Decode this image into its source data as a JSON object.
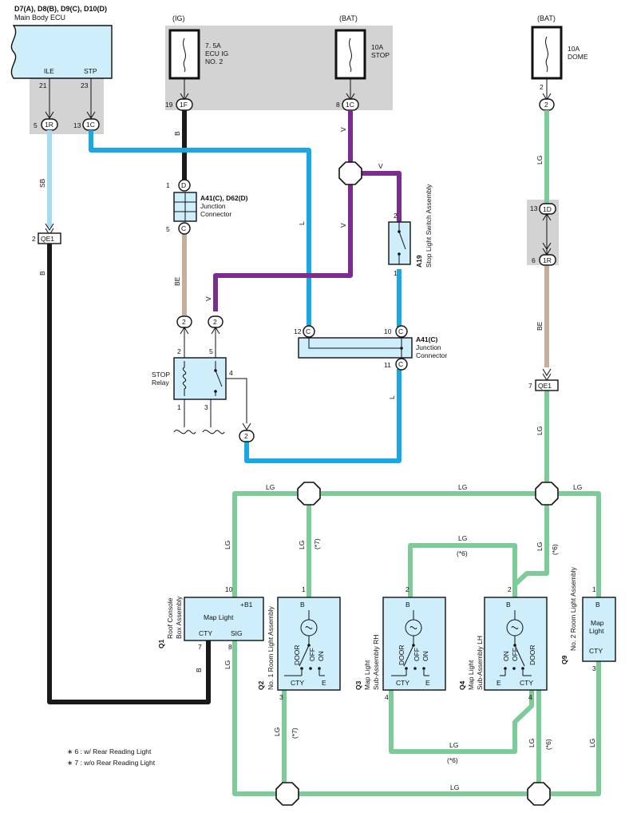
{
  "colors": {
    "L": "#17a9e6",
    "SB": "#a6dcf3",
    "B": "#1a1a1a",
    "V": "#7b2d8e",
    "BE": "#c4b09a",
    "LG": "#7ecb9a",
    "component_fill": "#cdeefa",
    "grey_block": "#d3d3d3"
  },
  "ecu": {
    "header": "D7(A), D8(B), D9(C), D10(D)",
    "name": "Main Body ECU",
    "pin_ile": "ILE",
    "pin_stp": "STP",
    "num_21": "21",
    "num_23": "23",
    "num_5": "5",
    "num_13": "13",
    "conn_1r": "1R",
    "conn_1c": "1C"
  },
  "fuses": {
    "ig_label": "(IG)",
    "ig_name_1": "7. 5A",
    "ig_name_2": "ECU IG",
    "ig_name_3": "NO. 2",
    "ig_pin": "19",
    "ig_conn": "1F",
    "bat_label": "(BAT)",
    "stop_name_1": "10A",
    "stop_name_2": "STOP",
    "stop_pin": "8",
    "stop_conn": "1C",
    "bat2_label": "(BAT)",
    "dome_name_1": "10A",
    "dome_name_2": "DOME",
    "dome_pin": "2",
    "dome_conn": "2"
  },
  "wire_labels": {
    "sb": "SB",
    "b1": "B",
    "b2": "B",
    "b3": "B",
    "l1": "L",
    "l2": "L",
    "v1": "V",
    "v2": "V",
    "v3": "V",
    "v4": "V",
    "be1": "BE",
    "be2": "BE",
    "lg_dome": "LG",
    "lg_low": "LG",
    "lg_top1": "LG",
    "lg_top2": "LG",
    "lg_top3": "LG",
    "lg_left": "LG",
    "lg_q1": "LG",
    "lg_q2": "LG",
    "lg_q2b": "LG",
    "lg_q3top": "LG",
    "lg_q4": "LG",
    "lg_q3bot": "LG",
    "lg_q4b": "LG",
    "lg_right": "LG",
    "lg_bottom": "LG",
    "star6a": "(*6)",
    "star6b": "(*6)",
    "star6c": "(*6)",
    "star6d": "(*6)",
    "star7a": "(*7)",
    "star7b": "(*7)"
  },
  "junction_a41d": {
    "title": "A41(C), D62(D)",
    "sub1": "Junction",
    "sub2": "Connector",
    "pin1": "1",
    "conn1": "D",
    "pin5": "5",
    "conn5": "C"
  },
  "qe1": {
    "pin": "2",
    "name": "QE1",
    "pin_right": "7",
    "name_right": "QE1"
  },
  "relay": {
    "name1": "STOP",
    "name2": "Relay",
    "p2": "2",
    "p5": "5",
    "p4": "4",
    "p1": "1",
    "p3": "3",
    "c2a": "2",
    "c2b": "2",
    "c2c": "2"
  },
  "switch_a19": {
    "code": "A19",
    "name": "Stop Light Switch Assembly",
    "p2": "2",
    "p1": "1"
  },
  "junction_a41c": {
    "title": "A41(C)",
    "sub1": "Junction",
    "sub2": "Connector",
    "p12": "12",
    "p10": "10",
    "p11": "11",
    "c": "C"
  },
  "dome_conn": {
    "p13": "13",
    "c1d": "1D",
    "p6": "6",
    "c1r": "1R"
  },
  "q1": {
    "code": "Q1",
    "name1": "Roof Console",
    "name2": "Box Assembly",
    "label": "Map Light",
    "b1": "+B1",
    "cty": "CTY",
    "sig": "SIG",
    "p10": "10",
    "p7": "7",
    "p8": "8"
  },
  "q2": {
    "code": "Q2",
    "name": "No. 1 Room Light Assembly",
    "b": "B",
    "door": "DOOR",
    "off": "OFF",
    "on": "ON",
    "cty": "CTY",
    "e": "E",
    "p1": "1",
    "p3": "3"
  },
  "q3": {
    "code": "Q3",
    "name1": "Map Light",
    "name2": "Sub-Assembly RH",
    "b": "B",
    "door": "DOOR",
    "off": "OFF",
    "on": "ON",
    "cty": "CTY",
    "e": "E",
    "p2": "2",
    "p4": "4"
  },
  "q4": {
    "code": "Q4",
    "name1": "Map Light",
    "name2": "Sub-Assembly LH",
    "b": "B",
    "on": "ON",
    "off": "OFF",
    "door": "DOOR",
    "e": "E",
    "cty": "CTY",
    "p2": "2",
    "p4": "4"
  },
  "q9": {
    "code": "Q9",
    "name": "No. 2 Room Light Assembly",
    "b": "B",
    "label1": "Map",
    "label2": "Light",
    "cty": "CTY",
    "p1": "1",
    "p3": "3"
  },
  "notes": {
    "n6": "∗ 6 : w/ Rear Reading Light",
    "n7": "∗ 7 : w/o Rear Reading Light"
  }
}
